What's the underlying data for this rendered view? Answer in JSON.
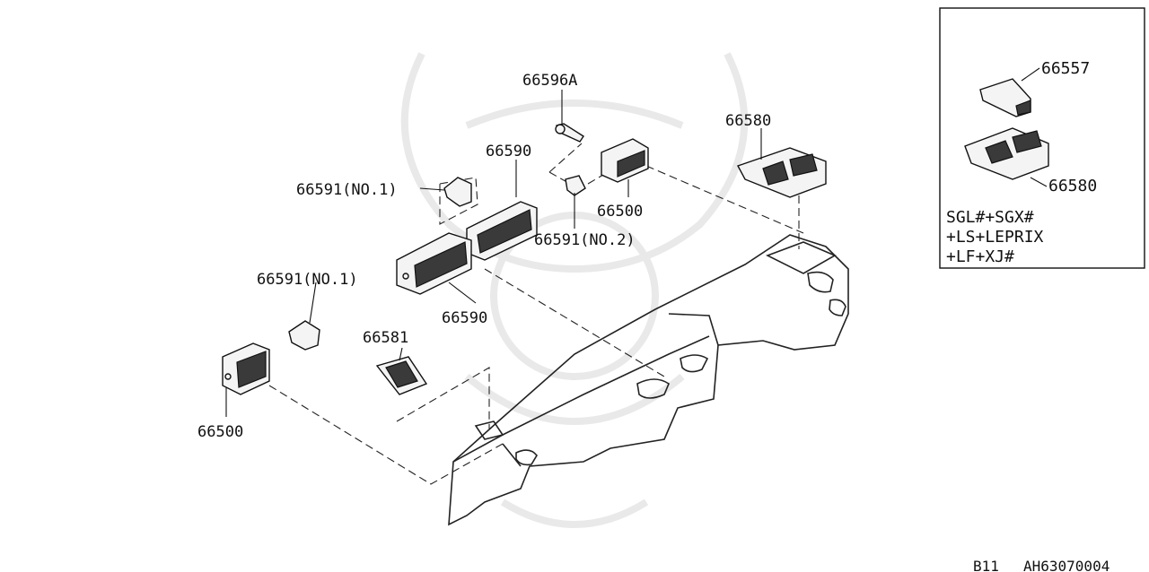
{
  "labels": {
    "p66596a": "66596A",
    "p66590_top": "66590",
    "p66591_no1_top": "66591(NO.1)",
    "p66500_center": "66500",
    "p66591_no2": "66591(NO.2)",
    "p66580_main": "66580",
    "p66591_no1_left": "66591(NO.1)",
    "p66590_mid": "66590",
    "p66581": "66581",
    "p66500_left": "66500"
  },
  "inset": {
    "p66557": "66557",
    "p66580": "66580",
    "note_lines": [
      "SGL#+SGX#",
      "+LS+LEPRIX",
      "+LF+XJ#"
    ]
  },
  "footer": {
    "section": "B11",
    "diagram_code": "AH63070004"
  }
}
